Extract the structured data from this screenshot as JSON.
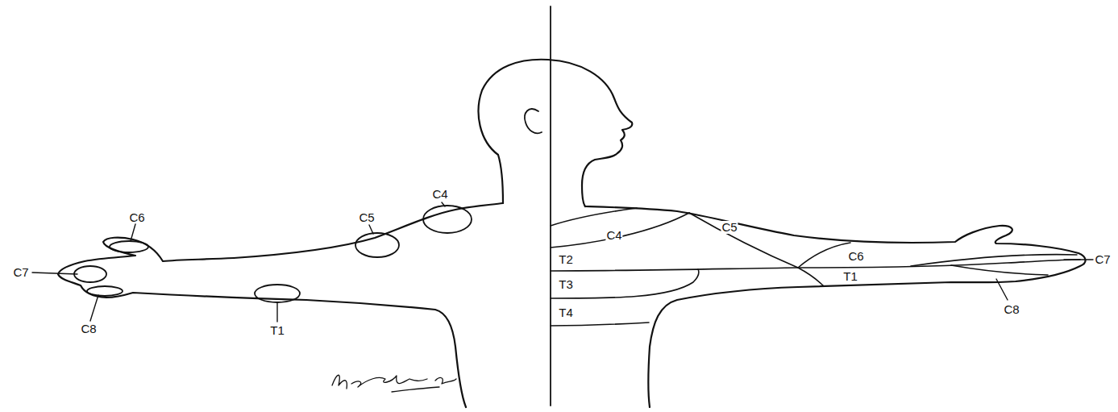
{
  "diagram": {
    "labels": [
      "C6",
      "C7",
      "C8",
      "C5",
      "C4",
      "T1",
      "C4",
      "C5",
      "T2",
      "T3",
      "T4",
      "C6",
      "T1",
      "C7",
      "C8"
    ]
  }
}
